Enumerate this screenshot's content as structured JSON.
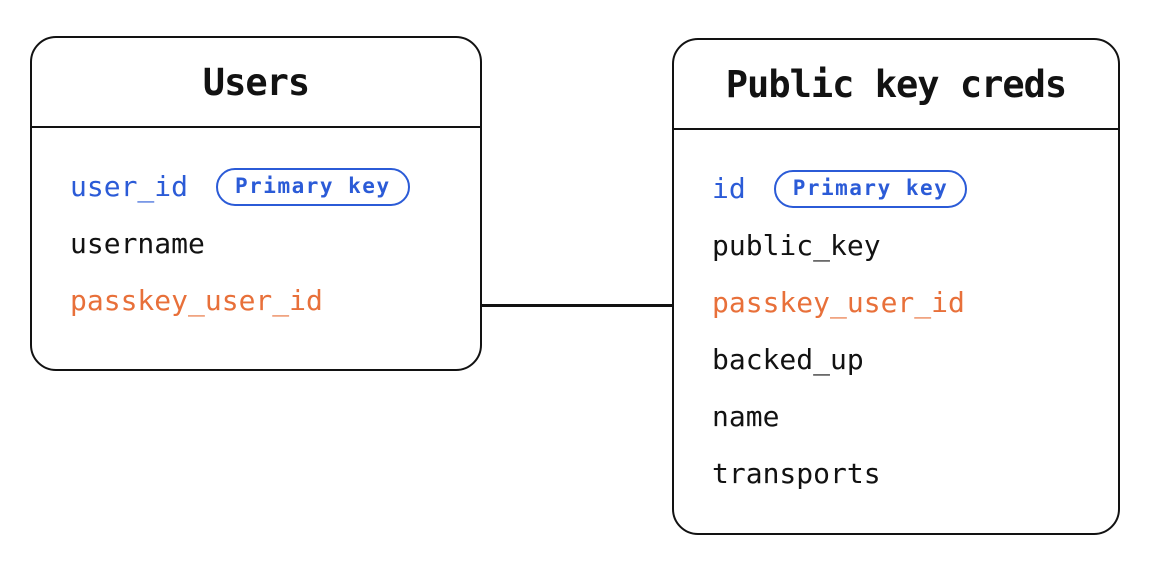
{
  "diagram": {
    "type": "entity-relationship",
    "entities": [
      {
        "title": "Users",
        "fields": [
          {
            "name": "user_id",
            "color": "blue",
            "badge": "Primary key"
          },
          {
            "name": "username",
            "color": "black"
          },
          {
            "name": "passkey_user_id",
            "color": "orange"
          }
        ]
      },
      {
        "title": "Public key creds",
        "fields": [
          {
            "name": "id",
            "color": "blue",
            "badge": "Primary key"
          },
          {
            "name": "public_key",
            "color": "black"
          },
          {
            "name": "passkey_user_id",
            "color": "orange"
          },
          {
            "name": "backed_up",
            "color": "black"
          },
          {
            "name": "name",
            "color": "black"
          },
          {
            "name": "transports",
            "color": "black"
          }
        ]
      }
    ],
    "relationship": {
      "from": "Users.passkey_user_id",
      "to": "Public key creds.passkey_user_id"
    },
    "colors": {
      "primary_key_blue": "#2b5bd7",
      "link_orange": "#e8703a",
      "line_black": "#121212",
      "background": "#ffffff"
    }
  }
}
